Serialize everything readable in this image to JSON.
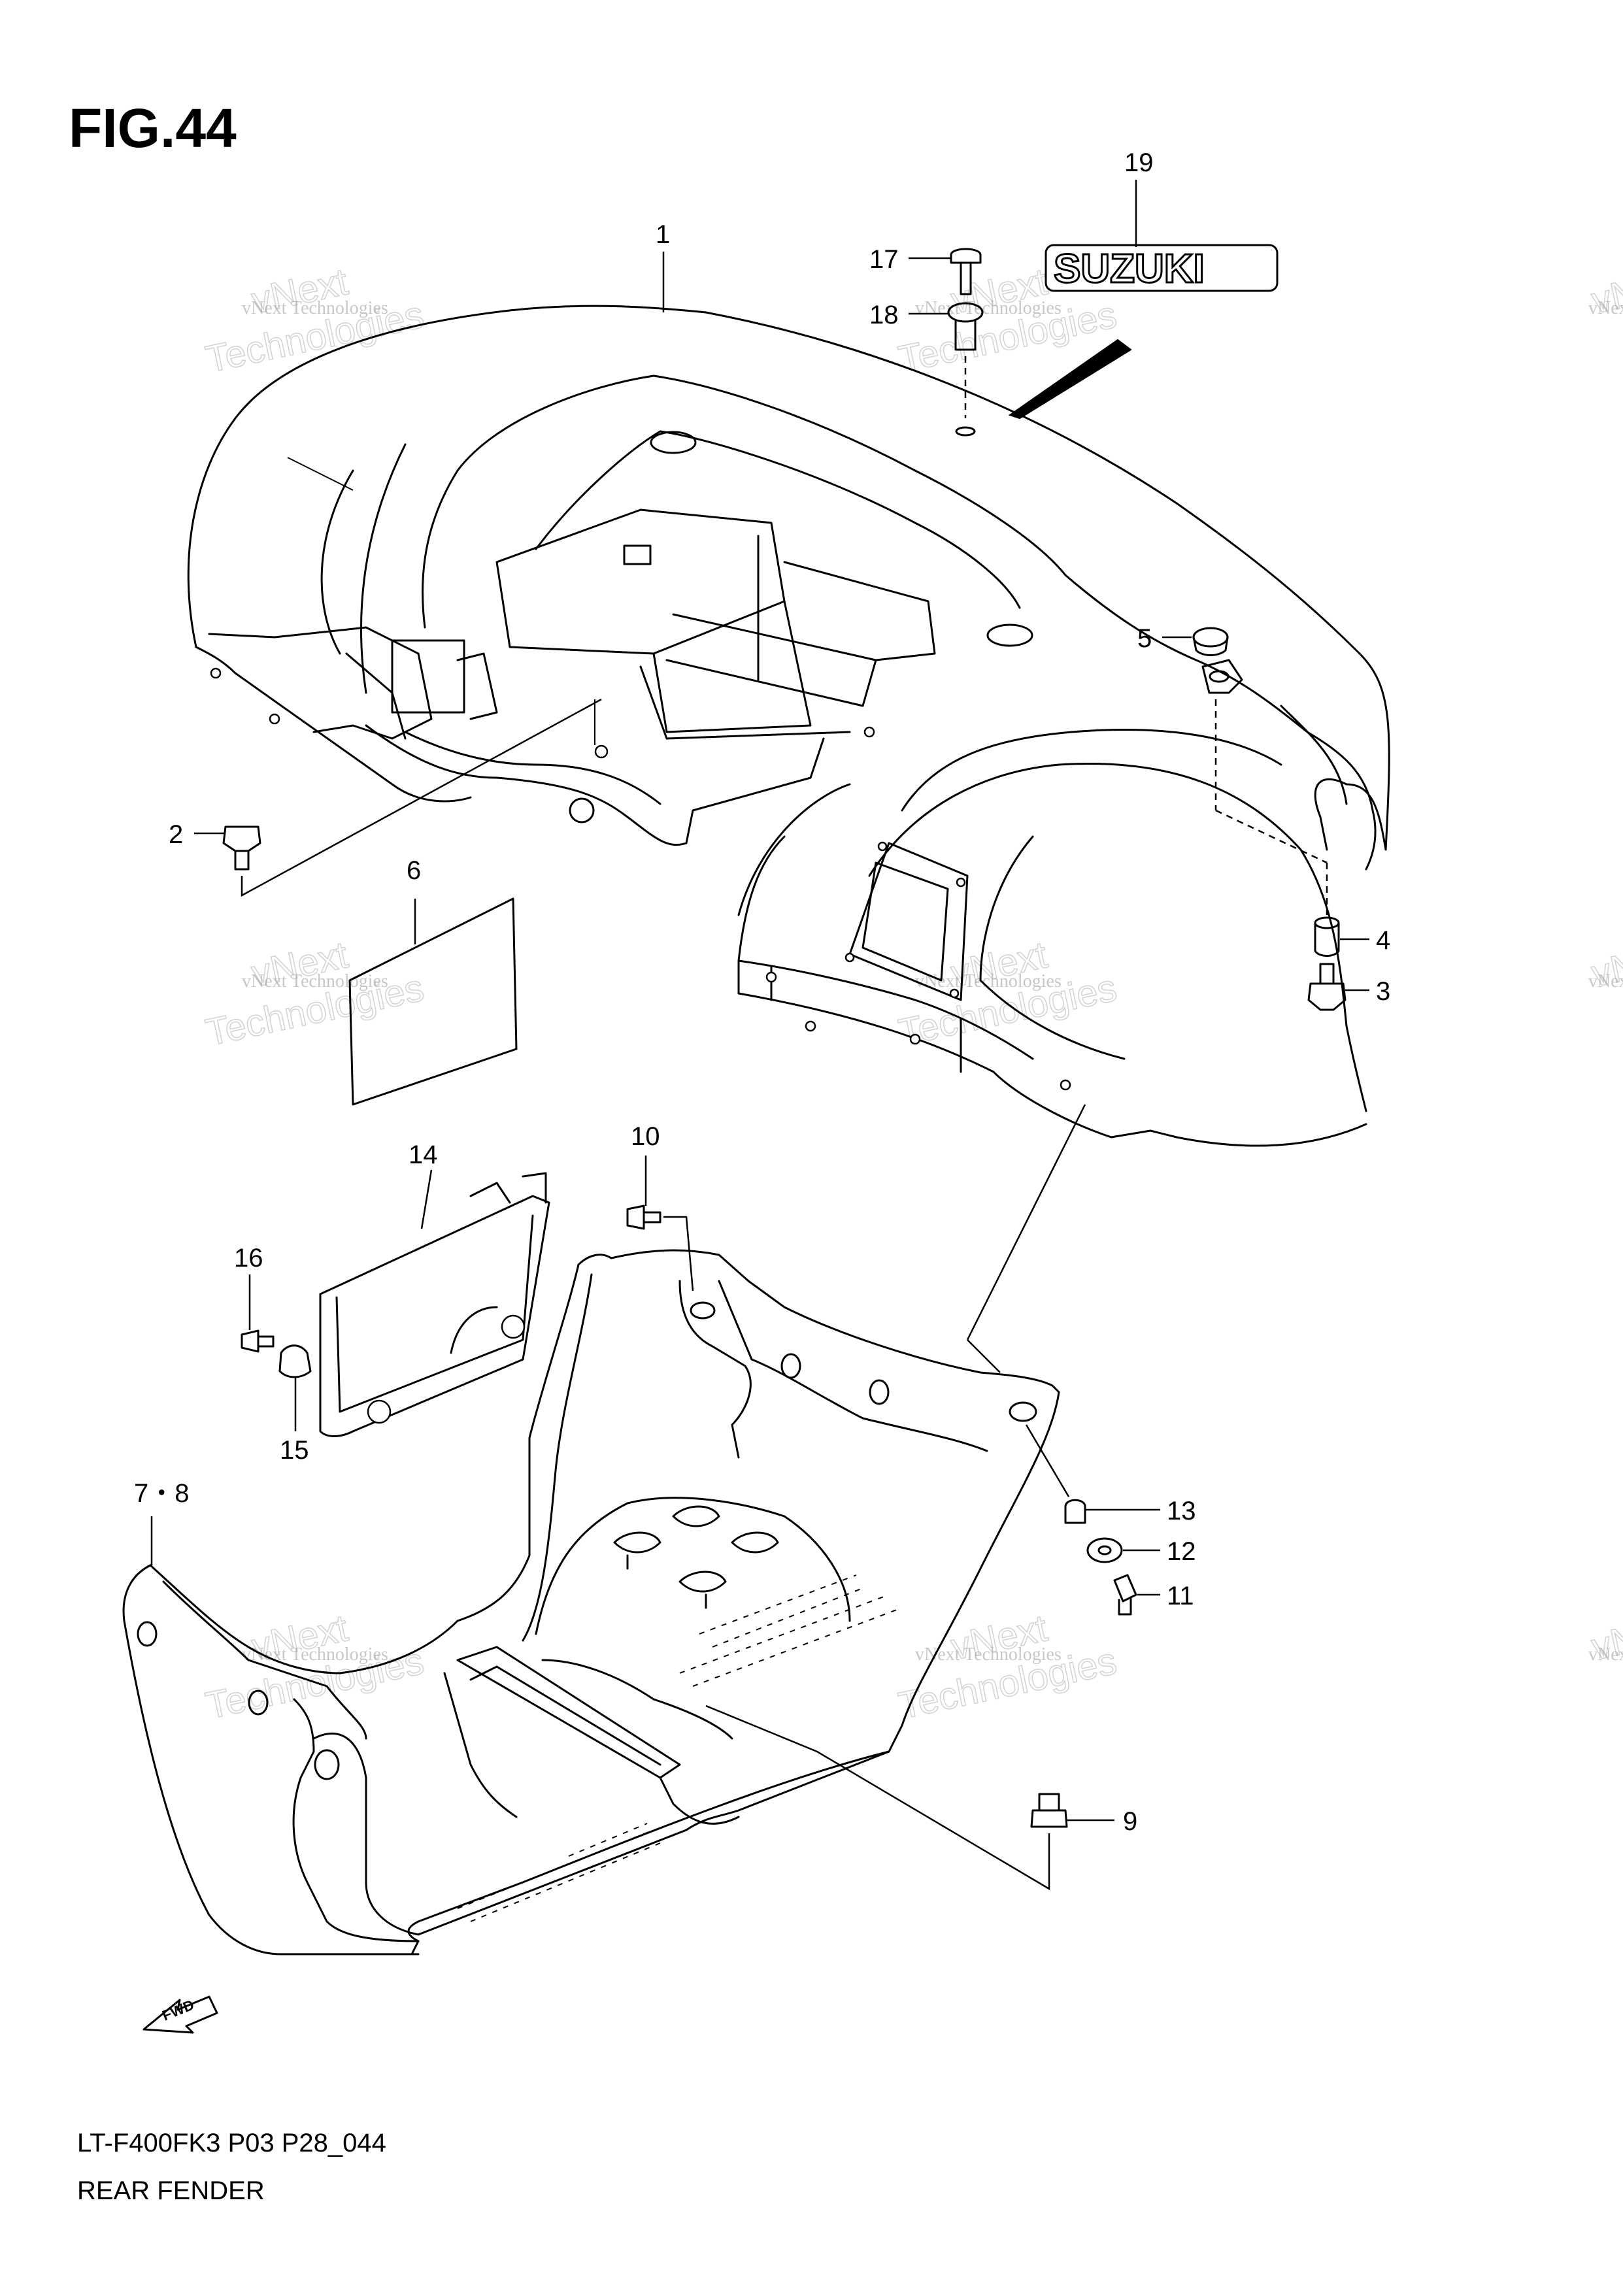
{
  "figure": {
    "title": "FIG.44",
    "model_code": "LT-F400FK3 P03 P28_044",
    "caption": "REAR FENDER",
    "fwd_label": "FWD",
    "emblem_text": "SUZUKI"
  },
  "watermark": {
    "line1": "vNext Technologies",
    "line2": "vNext",
    "line3": "Technologies"
  },
  "callouts": {
    "c1": "1",
    "c2": "2",
    "c3": "3",
    "c4": "4",
    "c5": "5",
    "c6": "6",
    "c78": "7・8",
    "c9": "9",
    "c10": "10",
    "c11": "11",
    "c12": "12",
    "c13": "13",
    "c14": "14",
    "c15": "15",
    "c16": "16",
    "c17": "17",
    "c18": "18",
    "c19": "19"
  }
}
